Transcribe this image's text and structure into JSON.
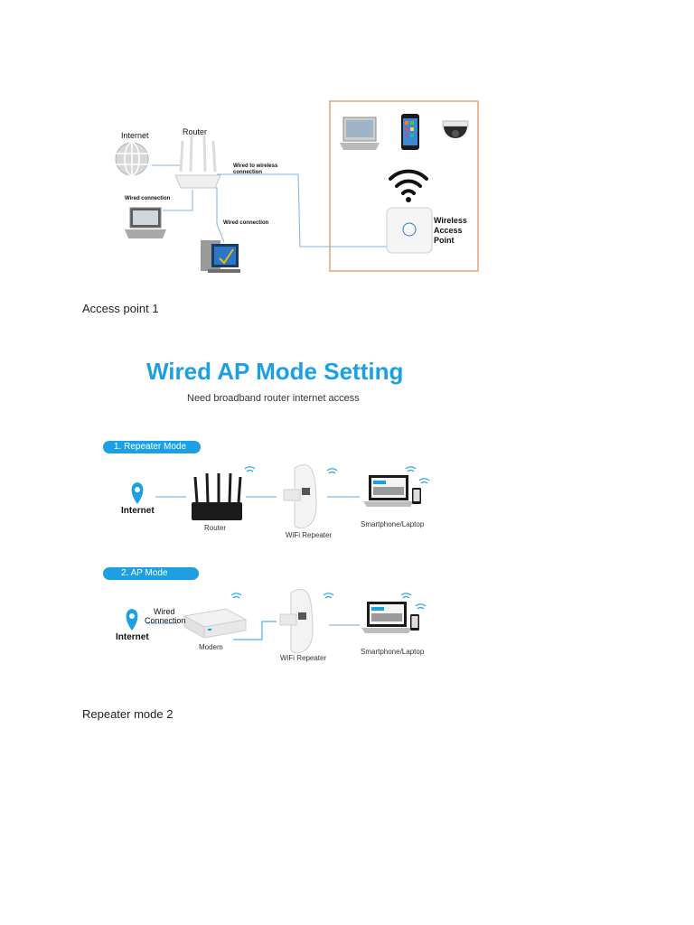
{
  "figure1": {
    "internet_label": "Internet",
    "router_label": "Router",
    "wired_to_wireless_label_line1": "Wired to wireless",
    "wired_to_wireless_label_line2": "connection",
    "wired_connection_left_label": "Wired connection",
    "wired_connection_bottom_label": "Wired connection",
    "wap_label_line1": "Wireless",
    "wap_label_line2": "Access",
    "wap_label_line3": "Point",
    "box_color": "#e9a27a",
    "line_color": "#7fb3e0"
  },
  "caption1": "Access point 1",
  "figure2": {
    "title": "Wired AP Mode Setting",
    "subtitle": "Need broadband router internet access",
    "title_color": "#1ca0e3",
    "pill_color": "#1ca0e3",
    "repeater_section": {
      "pill_label": "1. Repeater Mode",
      "internet_label": "Internet",
      "router_label": "Router",
      "repeater_label": "WiFi Repeater",
      "device_label": "Smartphone/Laptop"
    },
    "ap_section": {
      "pill_label": "2. AP Mode",
      "internet_label": "Internet",
      "wired_label_line1": "Wired",
      "wired_label_line2": "Connection",
      "modem_label": "Modem",
      "repeater_label": "WiFi Repeater",
      "device_label": "Smartphone/Laptop"
    }
  },
  "caption2": "Repeater mode 2"
}
